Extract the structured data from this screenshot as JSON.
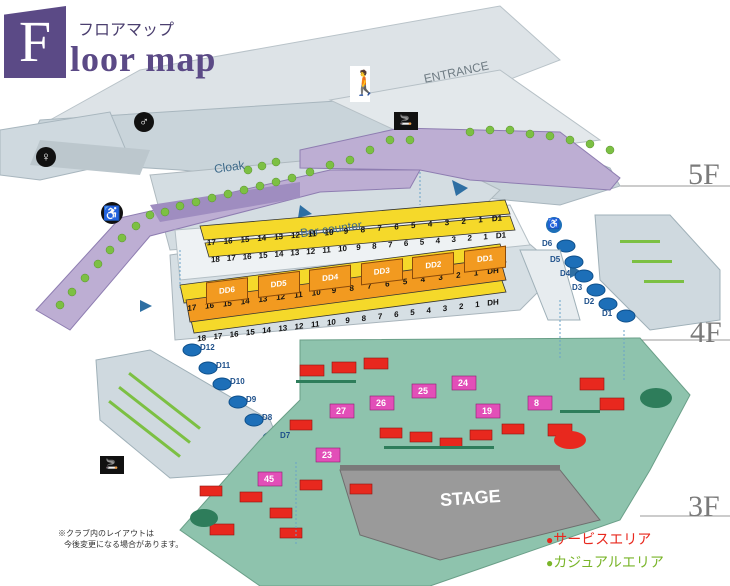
{
  "header": {
    "jp_title": "フロアマップ",
    "big_letter": "F",
    "en_title": "loor map"
  },
  "floors": {
    "f5": "5F",
    "f4": "4F",
    "f3": "3F"
  },
  "labels": {
    "entrance": "ENTRANCE",
    "cloak": "Cloak",
    "bar_counter": "Bar counter",
    "stage": "STAGE"
  },
  "rows": {
    "back_top": [
      "1",
      "2",
      "3",
      "4",
      "5",
      "6",
      "7",
      "8",
      "9",
      "10",
      "11",
      "12",
      "13",
      "14",
      "15",
      "16",
      "17"
    ],
    "back_top_end": "D1",
    "back_bottom": [
      "1",
      "2",
      "3",
      "4",
      "5",
      "6",
      "7",
      "8",
      "9",
      "10",
      "11",
      "12",
      "13",
      "14",
      "15",
      "16",
      "17",
      "18"
    ],
    "back_bottom_end": "D1",
    "front_top": [
      "1",
      "2",
      "3",
      "4",
      "5",
      "6",
      "7",
      "8",
      "9",
      "10",
      "11",
      "12",
      "13",
      "14",
      "15",
      "16",
      "17"
    ],
    "front_top_end": "DH",
    "front_bottom": [
      "1",
      "2",
      "3",
      "4",
      "5",
      "6",
      "7",
      "8",
      "9",
      "10",
      "11",
      "12",
      "13",
      "14",
      "15",
      "16",
      "17",
      "18"
    ],
    "front_bottom_end": "DH"
  },
  "boxes": [
    "DD1",
    "DD2",
    "DD3",
    "DD4",
    "DD5",
    "DD6"
  ],
  "right_tables": [
    "D6",
    "D5",
    "D4",
    "D3",
    "D2",
    "D1"
  ],
  "left_tables": [
    "D12",
    "D11",
    "D10",
    "D9",
    "D8",
    "D7"
  ],
  "pink_tables": [
    "27",
    "26",
    "25",
    "24",
    "19",
    "8",
    "23",
    "45"
  ],
  "note": {
    "line1": "※クラブ内のレイアウトは",
    "line2": "今後変更になる場合があります。"
  },
  "legend": {
    "service": "サービスエリア",
    "casual": "カジュアルエリア",
    "service_color": "#e8281e",
    "casual_color": "#7ab52a"
  },
  "icons": [
    "restroom-icon",
    "wheelchair-icon",
    "smoking-icon",
    "walking-person-icon"
  ]
}
